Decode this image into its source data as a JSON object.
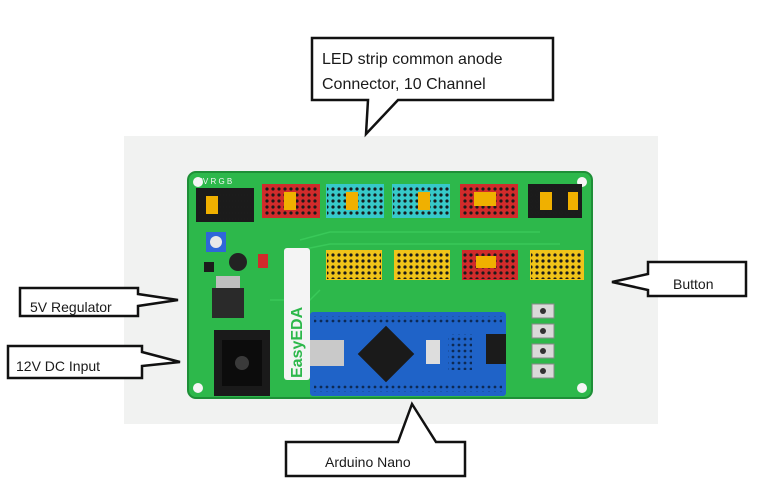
{
  "callouts": {
    "led_connector": {
      "line1": "LED strip common anode",
      "line2": "Connector, 10 Channel"
    },
    "regulator": "5V Regulator",
    "dc_input": "12V DC Input",
    "button": "Button",
    "arduino": "Arduino Nano"
  },
  "board": {
    "header_label": "12V R G B",
    "logo": "EasyEDA",
    "pcb_color": "#2db84b",
    "nano_color": "#1f63c8"
  }
}
